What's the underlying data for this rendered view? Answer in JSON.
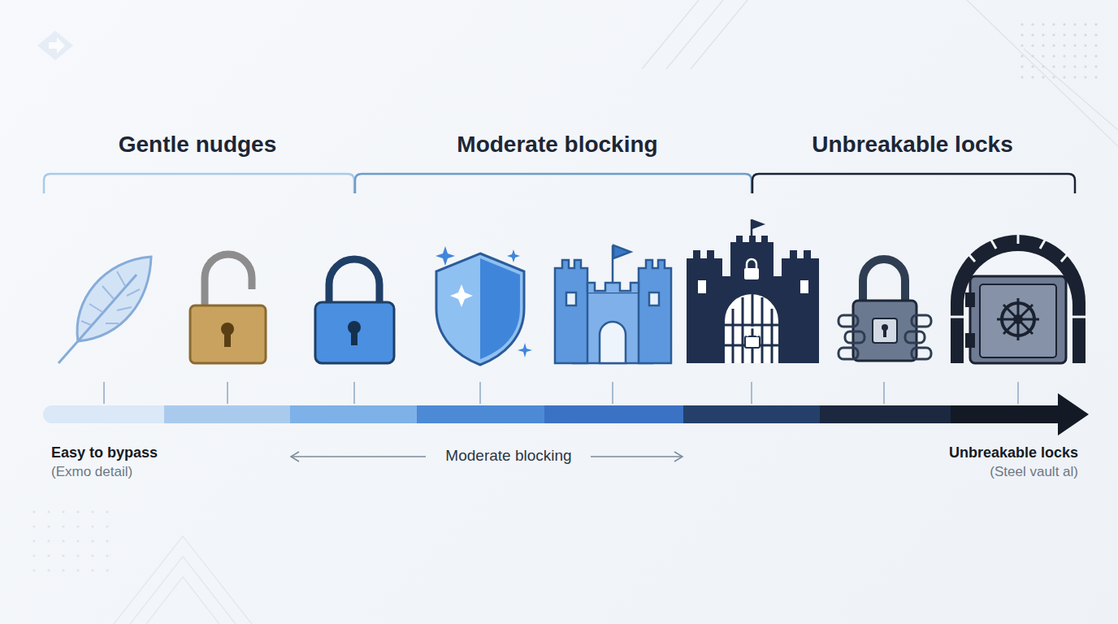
{
  "diagram": {
    "labels": [
      "Gentle nudges",
      "Moderate blocking",
      "Unbreakable locks",
      "Easy to bypass",
      "(Exmo detail)",
      "Moderate blocking",
      "Unbreakable locks",
      "(Steel vault al)"
    ]
  }
}
